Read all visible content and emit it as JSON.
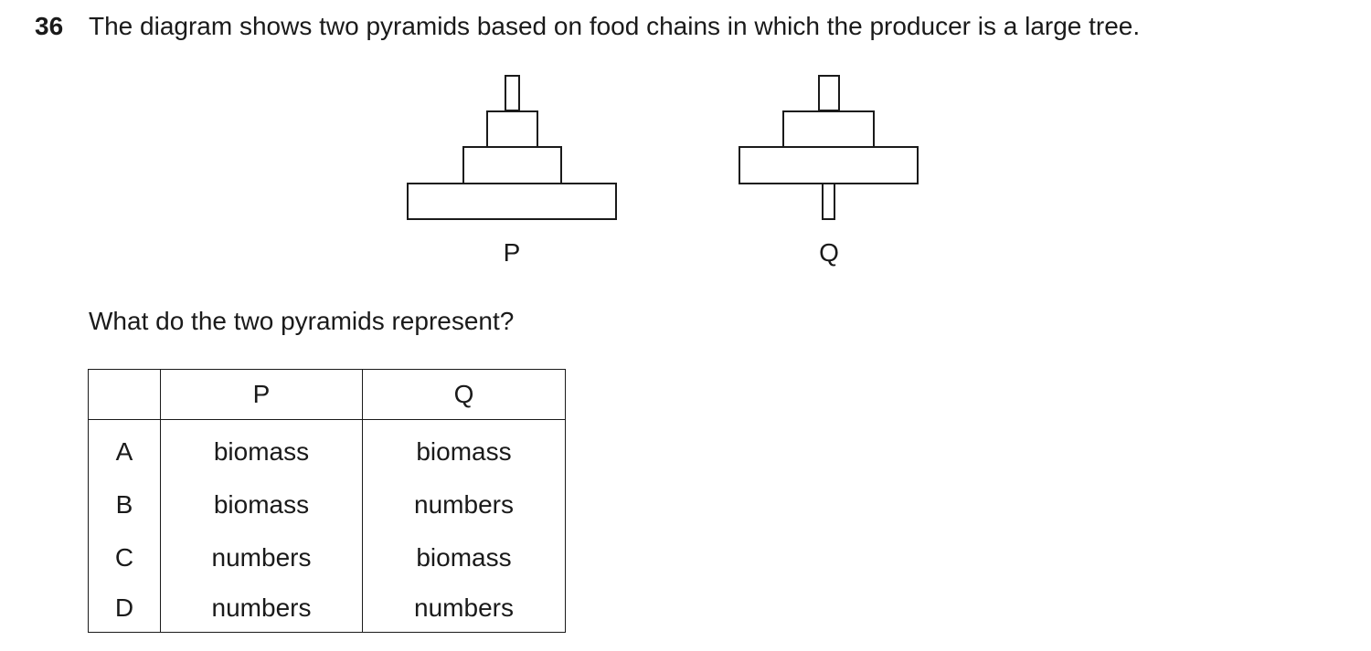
{
  "question": {
    "number": "36",
    "stem": "The diagram shows two pyramids based on food chains in which the producer is a large tree.",
    "prompt": "What do the two pyramids represent?"
  },
  "pyramids": [
    {
      "label": "P"
    },
    {
      "label": "Q"
    }
  ],
  "table": {
    "headers": [
      "",
      "P",
      "Q"
    ],
    "rows": [
      {
        "letter": "A",
        "p": "biomass",
        "q": "biomass"
      },
      {
        "letter": "B",
        "p": "biomass",
        "q": "numbers"
      },
      {
        "letter": "C",
        "p": "numbers",
        "q": "biomass"
      },
      {
        "letter": "D",
        "p": "numbers",
        "q": "numbers"
      }
    ]
  }
}
